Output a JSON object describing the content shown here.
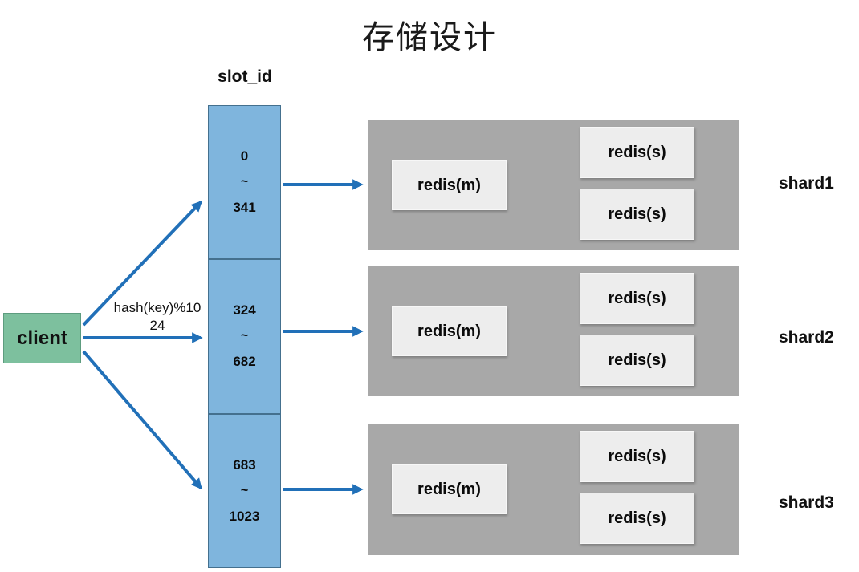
{
  "title": "存储设计",
  "colors": {
    "arrow": "#2170b8",
    "slot_fill": "#7fb5dd",
    "slot_border": "#44708e",
    "client_fill": "#7dc09e",
    "client_border": "#5d9c7f",
    "panel_fill": "#a8a8a8",
    "node_fill": "#ededed"
  },
  "client": {
    "label": "client"
  },
  "hash_label": {
    "line1": "hash(key)%10",
    "line2": "24"
  },
  "slot_column": {
    "label": "slot_id",
    "ranges": [
      {
        "from": "0",
        "tilde": "~",
        "to": "341"
      },
      {
        "from": "324",
        "tilde": "~",
        "to": "682"
      },
      {
        "from": "683",
        "tilde": "~",
        "to": "1023"
      }
    ]
  },
  "shards": [
    {
      "name": "shard1",
      "master": "redis(m)",
      "slaves": [
        "redis(s)",
        "redis(s)"
      ]
    },
    {
      "name": "shard2",
      "master": "redis(m)",
      "slaves": [
        "redis(s)",
        "redis(s)"
      ]
    },
    {
      "name": "shard3",
      "master": "redis(m)",
      "slaves": [
        "redis(s)",
        "redis(s)"
      ]
    }
  ]
}
